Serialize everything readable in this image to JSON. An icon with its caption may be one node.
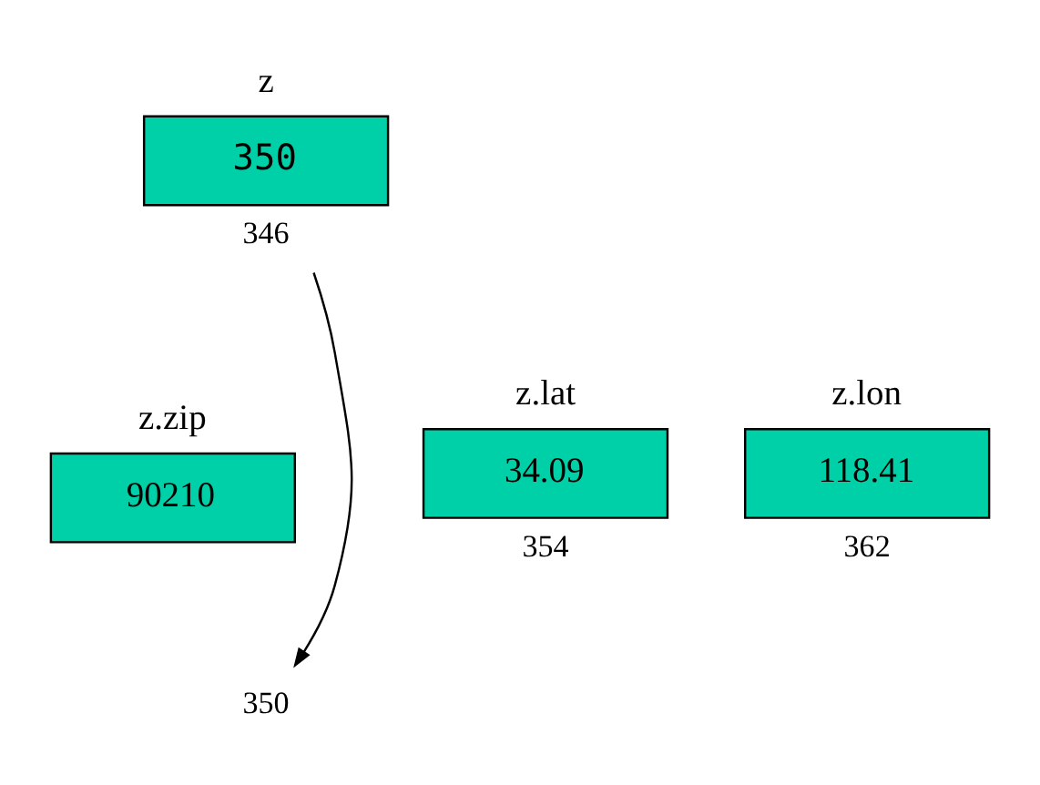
{
  "diagram": {
    "nodes": [
      {
        "text": [
          "z",
          "350"
        ],
        "beside": [
          "346"
        ]
      },
      {
        "text": [
          "z.zip",
          "90210"
        ]
      },
      {
        "text": [
          "z.lat",
          "34.09"
        ],
        "beside": [
          "354"
        ]
      },
      {
        "text": [
          "z.lon",
          "118.41"
        ],
        "beside": [
          "362"
        ]
      },
      {
        "text": [
          "350"
        ]
      }
    ],
    "edges": [
      {
        "from": 0,
        "to": 4,
        "arrow": "to"
      }
    ]
  }
}
